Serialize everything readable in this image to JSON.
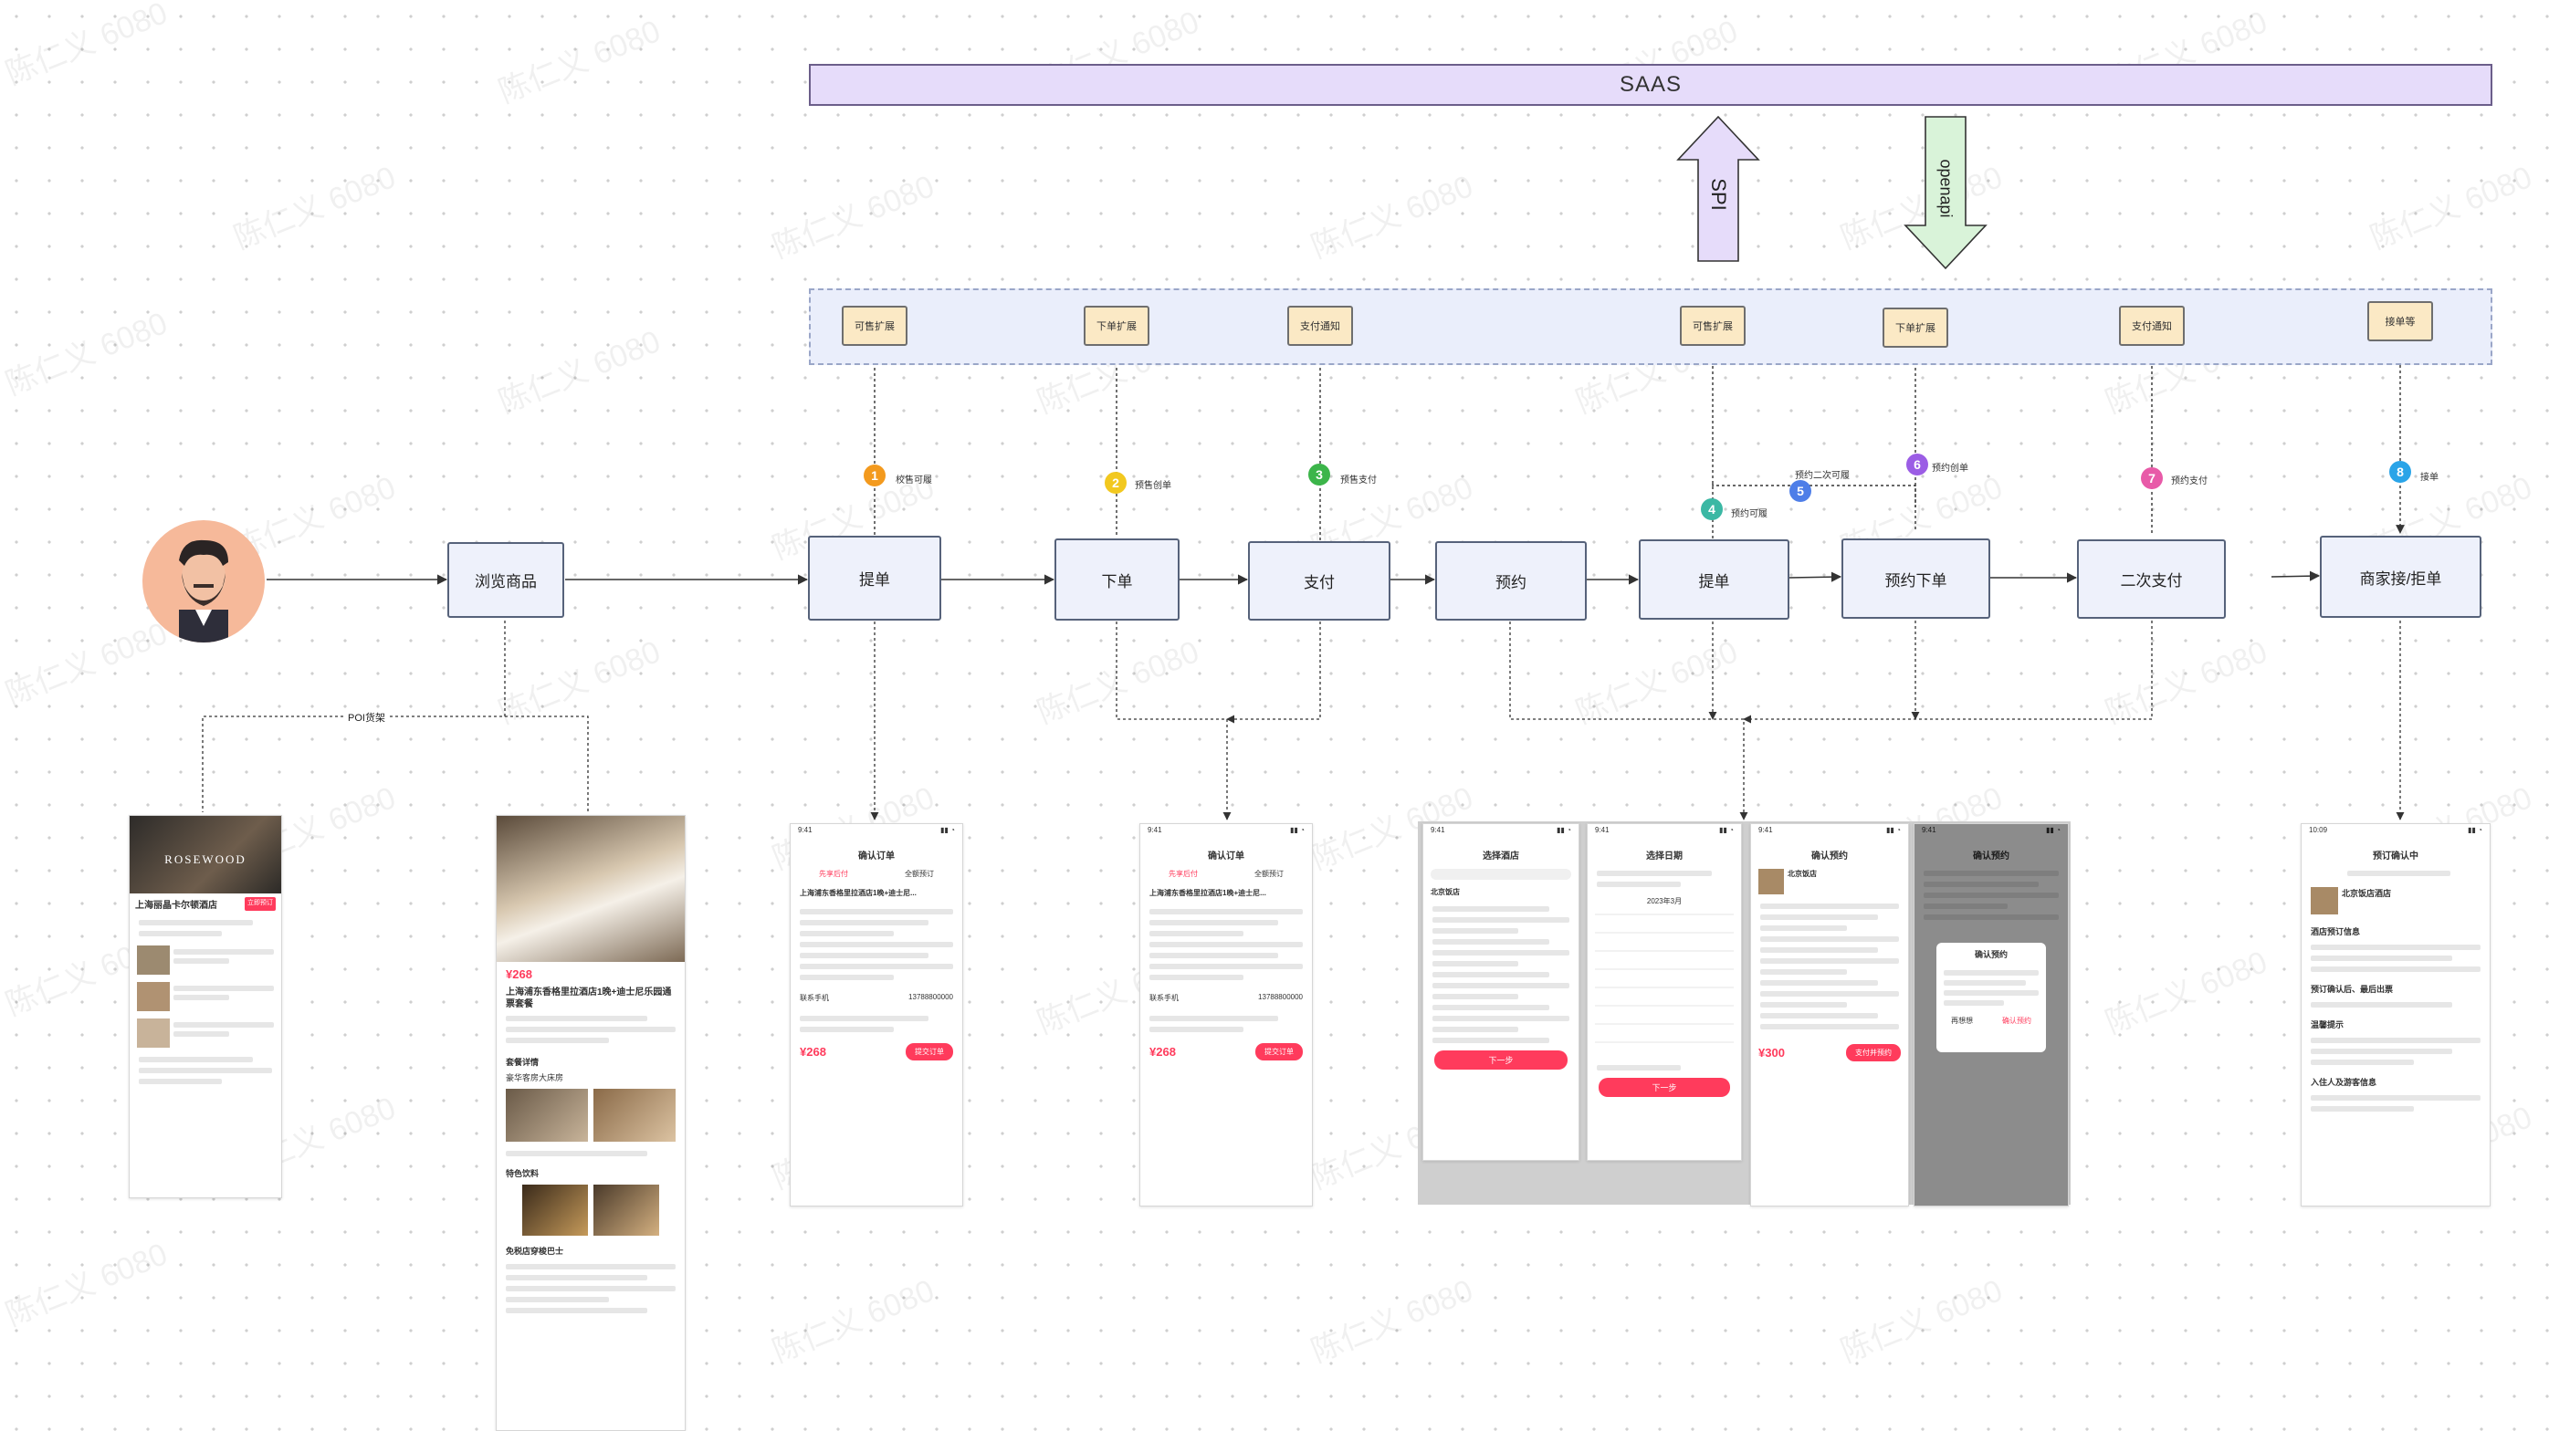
{
  "saas": {
    "label": "SAAS"
  },
  "arrows": {
    "spi": "SPI",
    "openapi": "openapi"
  },
  "extensions": [
    {
      "label": "可售扩展"
    },
    {
      "label": "下单扩展"
    },
    {
      "label": "支付通知"
    },
    {
      "label": "可售扩展"
    },
    {
      "label": "下单扩展"
    },
    {
      "label": "支付通知"
    },
    {
      "label": "接单等"
    }
  ],
  "nodes": [
    {
      "label": "浏览商品"
    },
    {
      "label": "提单"
    },
    {
      "label": "下单"
    },
    {
      "label": "支付"
    },
    {
      "label": "预约"
    },
    {
      "label": "提单"
    },
    {
      "label": "预约下单"
    },
    {
      "label": "二次支付"
    },
    {
      "label": "商家接/拒单"
    }
  ],
  "badges": [
    {
      "num": "1",
      "label": "校售可履",
      "color": "#f39a1e"
    },
    {
      "num": "2",
      "label": "预售创单",
      "color": "#f2c81f"
    },
    {
      "num": "3",
      "label": "预售支付",
      "color": "#3cb54a"
    },
    {
      "num": "4",
      "label": "预约可履",
      "color": "#3bb8a4"
    },
    {
      "num": "5",
      "label": "预约二次可履",
      "color": "#4e7ee8"
    },
    {
      "num": "6",
      "label": "预约创单",
      "color": "#9b5de5"
    },
    {
      "num": "7",
      "label": "预约支付",
      "color": "#e85aa8"
    },
    {
      "num": "8",
      "label": "接单",
      "color": "#2aa4e8"
    }
  ],
  "poi_label": "POI货架",
  "watermark": "陈仁义 6080",
  "phones": {
    "p1": {
      "hotel": "上海丽晶卡尔顿酒店",
      "brand": "ROSEWOOD",
      "tag": "立即预订"
    },
    "p2": {
      "hotel": "上海浦东香格里拉酒店1晚+迪士尼乐园通票套餐",
      "price": "¥268",
      "section1": "套餐详情",
      "section2": "豪华客房大床房",
      "section3": "特色饮料",
      "section4": "免税店穿梭巴士"
    },
    "p3": {
      "time": "9:41",
      "title": "确认订单",
      "tab1": "先享后付",
      "tab2": "全额预订",
      "hotel": "上海浦东香格里拉酒店1晚+迪士尼...",
      "phone_label": "联系手机",
      "phone": "13788800000",
      "price": "¥268",
      "btn": "提交订单"
    },
    "p4": {
      "time": "9:41",
      "title": "确认订单",
      "tab1": "先享后付",
      "tab2": "全额预订",
      "hotel": "上海浦东香格里拉酒店1晚+迪士尼...",
      "phone_label": "联系手机",
      "phone": "13788800000",
      "price": "¥268",
      "btn": "提交订单"
    },
    "p5": {
      "time": "9:41",
      "title": "选择酒店",
      "item": "北京饭店",
      "btn": "下一步"
    },
    "p6": {
      "time": "9:41",
      "title": "选择日期",
      "month": "2023年3月",
      "btn": "下一步"
    },
    "p7": {
      "time": "9:41",
      "title": "确认预约",
      "hotel": "北京饭店",
      "price": "¥300",
      "btn": "支付并预约"
    },
    "p8": {
      "time": "9:41",
      "title": "确认预约",
      "dialog_title": "确认预约",
      "btn_cancel": "再想想",
      "btn_ok": "确认预约"
    },
    "p9": {
      "time": "10:09",
      "title": "预订确认中",
      "hotel": "北京饭店酒店",
      "section1": "酒店预订信息",
      "section2": "预订确认后、最后出票",
      "section3": "温馨提示",
      "section4": "入住人及游客信息"
    }
  }
}
